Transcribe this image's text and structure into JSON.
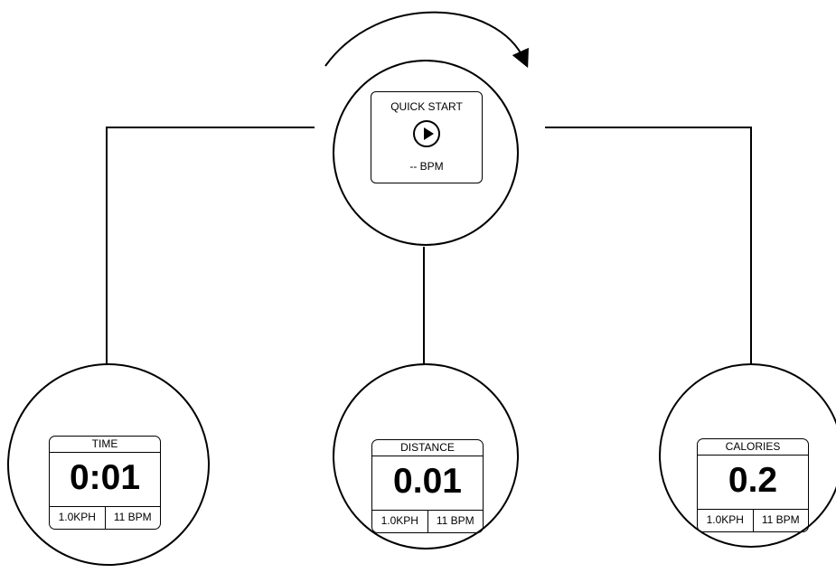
{
  "quick_start": {
    "title": "QUICK START",
    "icon": "play-icon",
    "bpm": "-- BPM"
  },
  "metrics": [
    {
      "title": "TIME",
      "value": "0:01",
      "speed": "1.0KPH",
      "bpm": "11 BPM"
    },
    {
      "title": "DISTANCE",
      "value": "0.01",
      "speed": "1.0KPH",
      "bpm": "11 BPM"
    },
    {
      "title": "CALORIES",
      "value": "0.2",
      "speed": "1.0KPH",
      "bpm": "11 BPM"
    }
  ],
  "colors": {
    "line": "#000000",
    "background": "#ffffff"
  }
}
